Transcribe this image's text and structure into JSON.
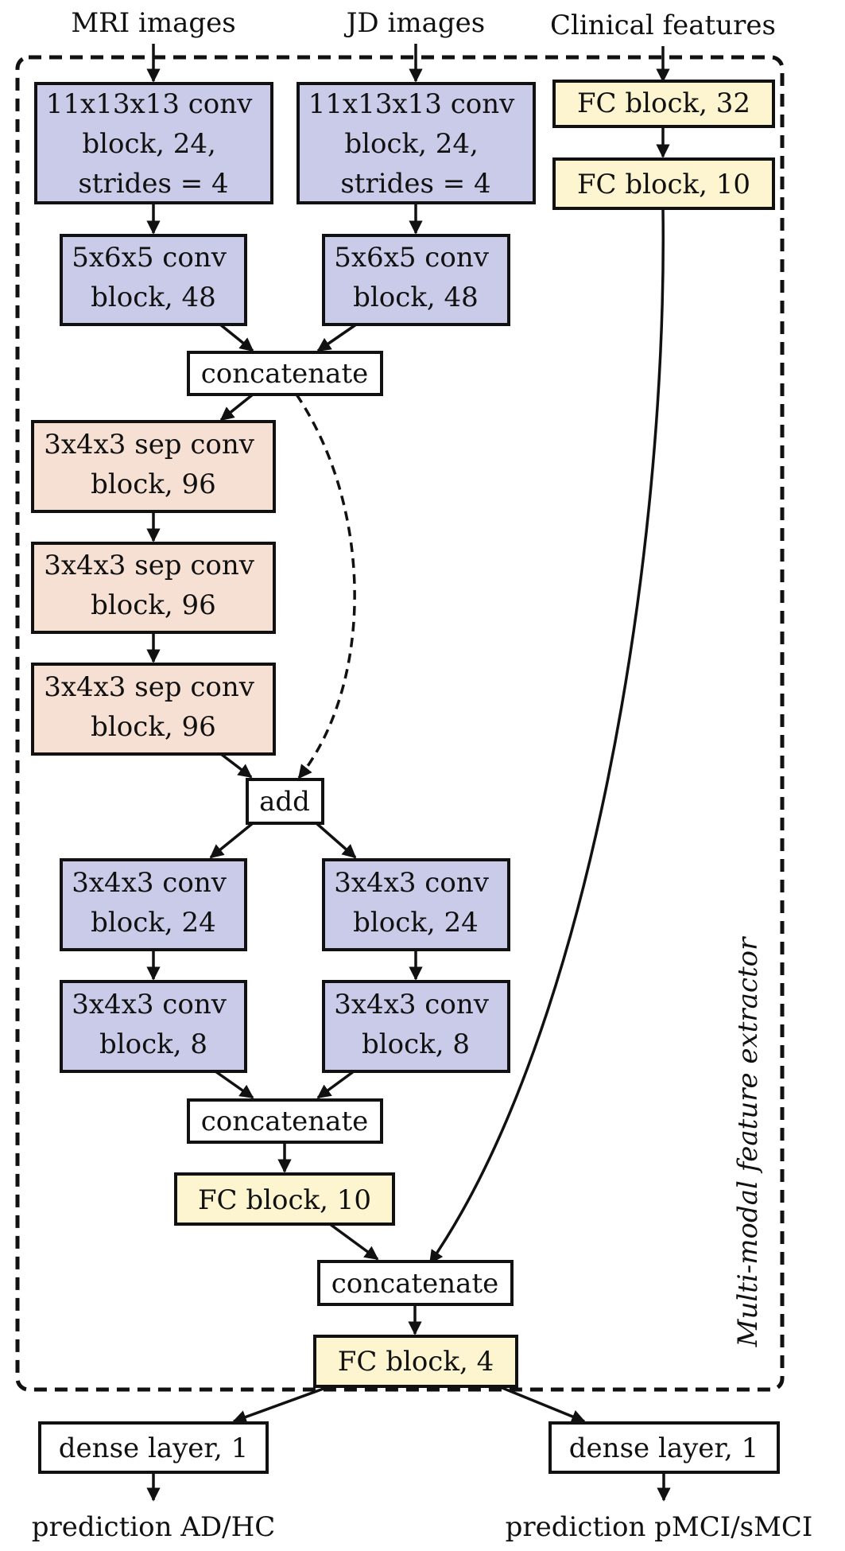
{
  "inputs": {
    "mri": "MRI images",
    "jd": "JD images",
    "clinical": "Clinical features"
  },
  "blocks": {
    "mri_conv1": [
      "11x13x13 conv",
      "block, 24,",
      "strides = 4"
    ],
    "jd_conv1": [
      "11x13x13 conv",
      "block, 24,",
      "strides = 4"
    ],
    "fc32": [
      "FC block, 32"
    ],
    "fc10_clinical": [
      "FC block, 10"
    ],
    "mri_conv2": [
      "5x6x5 conv",
      "block, 48"
    ],
    "jd_conv2": [
      "5x6x5 conv",
      "block, 48"
    ],
    "concat1": [
      "concatenate"
    ],
    "sep1": [
      "3x4x3 sep conv",
      "block, 96"
    ],
    "sep2": [
      "3x4x3 sep conv",
      "block, 96"
    ],
    "sep3": [
      "3x4x3 sep conv",
      "block, 96"
    ],
    "add": [
      "add"
    ],
    "left_conv24": [
      "3x4x3 conv",
      "block, 24"
    ],
    "right_conv24": [
      "3x4x3 conv",
      "block, 24"
    ],
    "left_conv8": [
      "3x4x3 conv",
      "block, 8"
    ],
    "right_conv8": [
      "3x4x3 conv",
      "block, 8"
    ],
    "concat2": [
      "concatenate"
    ],
    "fc10_image": [
      "FC block, 10"
    ],
    "concat3": [
      "concatenate"
    ],
    "fc4": [
      "FC block, 4"
    ],
    "dense_left": [
      "dense layer, 1"
    ],
    "dense_right": [
      "dense layer, 1"
    ]
  },
  "outputs": {
    "left": "prediction AD/HC",
    "right": "prediction pMCI/sMCI"
  },
  "extractor_label": "Multi-modal feature extractor",
  "colors": {
    "conv": "#c9cbe8",
    "sep_conv": "#f5e0d3",
    "fc": "#fdf5cf",
    "plain": "#ffffff",
    "stroke": "#111111"
  }
}
